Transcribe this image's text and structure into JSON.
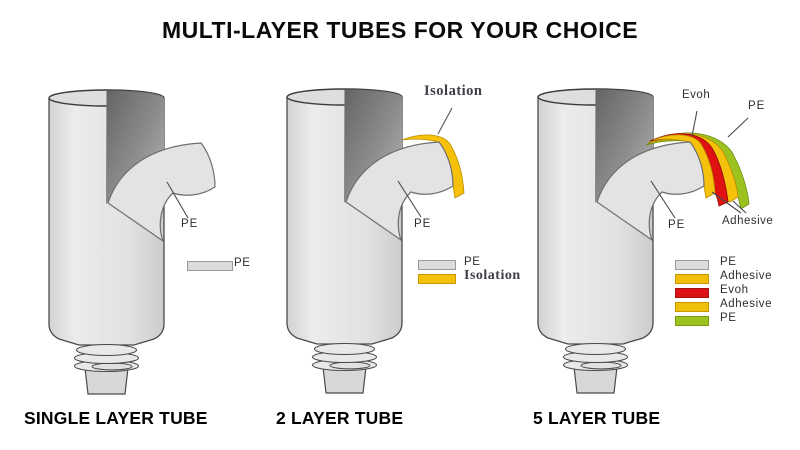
{
  "title": "MULTI-LAYER TUBES FOR YOUR CHOICE",
  "colors": {
    "pe_gray": "#dcdcdc",
    "adhesive_yellow": "#f3c00a",
    "evoh_red": "#dd1111",
    "pe_green": "#9cc21f"
  },
  "tubes": [
    {
      "caption": "SINGLE LAYER TUBE",
      "flap_label": "PE",
      "legend": [
        {
          "label": "PE",
          "color": "#dcdcdc"
        }
      ]
    },
    {
      "caption": "2 LAYER TUBE",
      "flap_label": "PE",
      "outer_label": "Isolation",
      "legend": [
        {
          "label": "PE",
          "color": "#dcdcdc"
        },
        {
          "label": "Isolation",
          "color": "#f3c00a"
        }
      ]
    },
    {
      "caption": "5 LAYER TUBE",
      "flap_label": "PE",
      "evoh_label": "Evoh",
      "outer_pe_label": "PE",
      "adhesive_label": "Adhesive",
      "legend": [
        {
          "label": "PE",
          "color": "#dcdcdc"
        },
        {
          "label": "Adhesive",
          "color": "#f2c00a"
        },
        {
          "label": "Evoh",
          "color": "#dd1111"
        },
        {
          "label": "Adhesive",
          "color": "#f2c00a"
        },
        {
          "label": "PE",
          "color": "#9cc21f"
        }
      ]
    }
  ]
}
